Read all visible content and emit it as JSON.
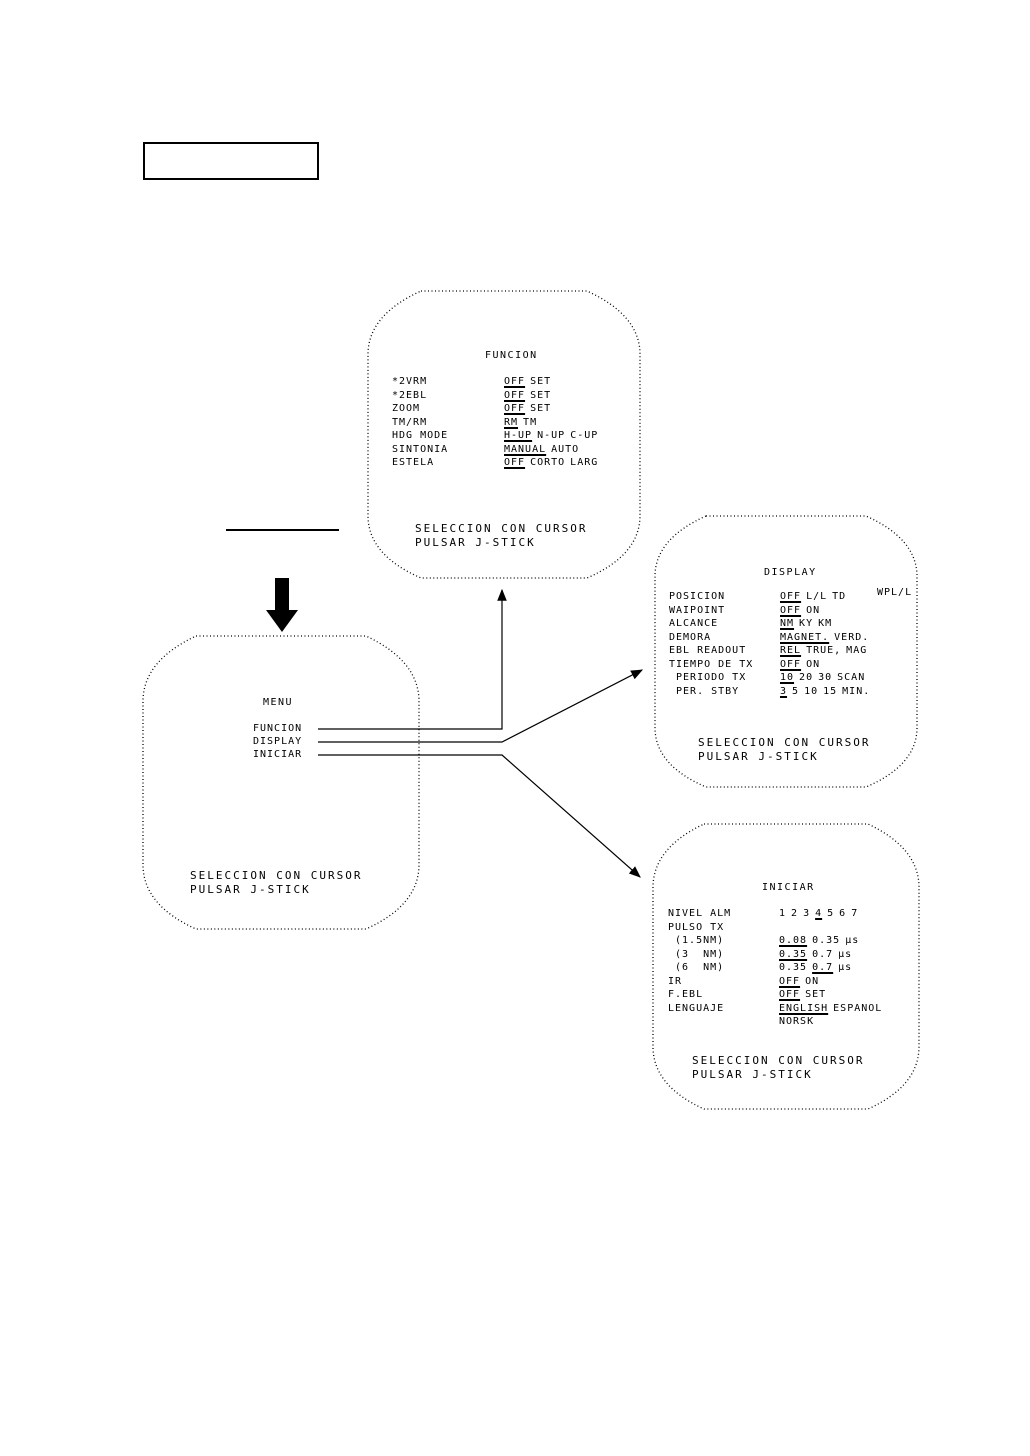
{
  "menu": {
    "title": "MENU",
    "items": [
      "FUNCION",
      "DISPLAY",
      "INICIAR"
    ],
    "footer": [
      "SELECCION CON CURSOR",
      "PULSAR J-STICK"
    ]
  },
  "funcion": {
    "title": "FUNCION",
    "rows": [
      {
        "label": "*2VRM",
        "opts": [
          "OFF",
          "SET"
        ],
        "sel": 0
      },
      {
        "label": "*2EBL",
        "opts": [
          "OFF",
          "SET"
        ],
        "sel": 0
      },
      {
        "label": "ZOOM",
        "opts": [
          "OFF",
          "SET"
        ],
        "sel": 0
      },
      {
        "label": "TM/RM",
        "opts": [
          "RM",
          "TM"
        ],
        "sel": 0
      },
      {
        "label": "HDG MODE",
        "opts": [
          "H-UP",
          "N-UP",
          "C-UP"
        ],
        "sel": 0
      },
      {
        "label": "SINTONIA",
        "opts": [
          "MANUAL",
          "AUTO"
        ],
        "sel": 0
      },
      {
        "label": "ESTELA",
        "opts": [
          "OFF",
          "CORTO",
          "LARG"
        ],
        "sel": 0
      }
    ],
    "footer": [
      "SELECCION CON CURSOR",
      "PULSAR J-STICK"
    ]
  },
  "display": {
    "title": "DISPLAY",
    "corner_mark": "WPL/L",
    "rows": [
      {
        "label": "POSICION",
        "opts": [
          "OFF",
          "L/L",
          "TD"
        ],
        "sel": 0
      },
      {
        "label": "WAIPOINT",
        "opts": [
          "OFF",
          "ON"
        ],
        "sel": 0
      },
      {
        "label": "ALCANCE",
        "opts": [
          "NM",
          "KY",
          "KM"
        ],
        "sel": 0
      },
      {
        "label": "DEMORA",
        "opts": [
          "MAGNET.",
          "VERD."
        ],
        "sel": 0
      },
      {
        "label": "EBL READOUT",
        "opts": [
          "REL",
          "TRUE,",
          "MAG"
        ],
        "sel": 0
      },
      {
        "label": "TIEMPO DE TX",
        "opts": [
          "OFF",
          "ON"
        ],
        "sel": 0
      },
      {
        "label": " PERIODO TX",
        "opts": [
          "10",
          "20",
          "30",
          "SCAN"
        ],
        "sel": 0
      },
      {
        "label": " PER. STBY",
        "opts": [
          "3",
          "5",
          "10",
          "15",
          "MIN."
        ],
        "sel": 0
      }
    ],
    "footer": [
      "SELECCION CON CURSOR",
      "PULSAR J-STICK"
    ]
  },
  "iniciar": {
    "title": "INICIAR",
    "rows": [
      {
        "label": "NIVEL ALM",
        "opts": [
          "1",
          "2",
          "3",
          "4",
          "5",
          "6",
          "7"
        ],
        "sel": 3
      },
      {
        "label": "PULSO TX",
        "opts": [],
        "sel": -1
      },
      {
        "label": " (1.5NM)",
        "opts": [
          "0.08",
          "0.35",
          "µs"
        ],
        "sel": 0
      },
      {
        "label": " (3  NM)",
        "opts": [
          "0.35",
          "0.7",
          "µs"
        ],
        "sel": 0
      },
      {
        "label": " (6  NM)",
        "opts": [
          "0.35",
          "0.7",
          "µs"
        ],
        "sel": 1
      },
      {
        "label": "IR",
        "opts": [
          "OFF",
          "ON"
        ],
        "sel": 0
      },
      {
        "label": "F.EBL",
        "opts": [
          "OFF",
          "SET"
        ],
        "sel": 0
      },
      {
        "label": "LENGUAJE",
        "opts": [
          "ENGLISH",
          "ESPANOL"
        ],
        "sel": 0
      },
      {
        "label": "",
        "opts": [
          "NORSK"
        ],
        "sel": -1
      }
    ],
    "footer": [
      "SELECCION CON CURSOR",
      "PULSAR J-STICK"
    ]
  }
}
